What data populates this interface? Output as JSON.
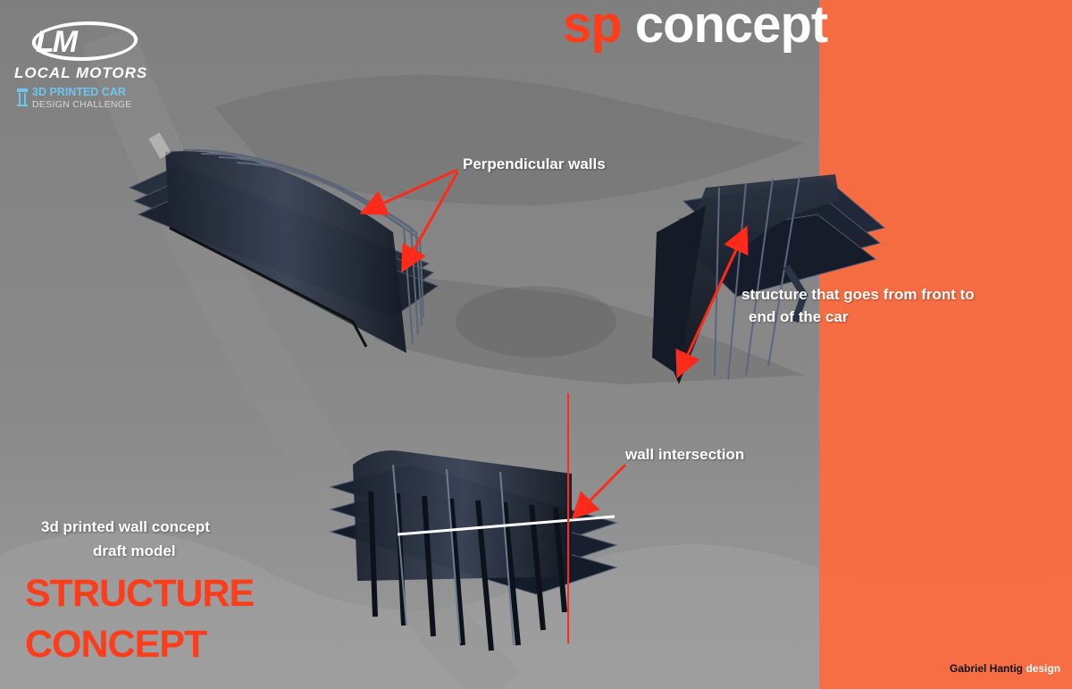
{
  "logo": {
    "mark": "LM",
    "brand": "LOCAL MOTORS",
    "challenge_line1": "3D PRINTED CAR",
    "challenge_line2": "DESIGN CHALLENGE"
  },
  "title": {
    "prefix": "sp",
    "word": "concept"
  },
  "annotations": {
    "perpendicular_walls": "Perpendicular walls",
    "structure_line1": "structure that goes from front to",
    "structure_line2": "end of the car",
    "wall_intersection": "wall intersection"
  },
  "caption": {
    "line1": "3d printed wall concept",
    "line2": "draft model"
  },
  "heading": {
    "line1": "STRUCTURE",
    "line2": "CONCEPT"
  },
  "credit": {
    "name": "Gabriel Hantig",
    "suffix": "design"
  },
  "colors": {
    "accent": "#ff3d1a",
    "band": "#ff6a3d",
    "arrow": "#ff2a1a"
  }
}
